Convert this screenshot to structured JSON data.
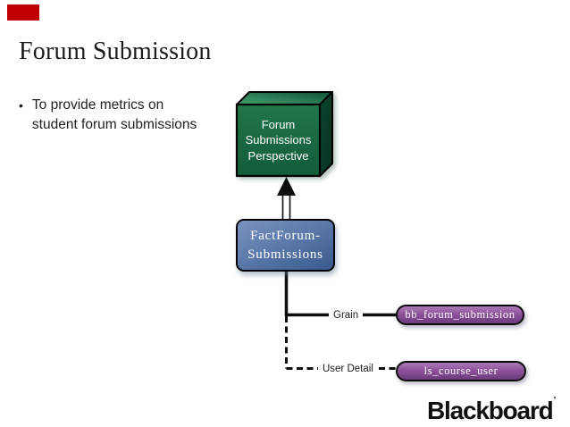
{
  "slide": {
    "title": "Forum Submission",
    "bullet_marker": "•",
    "bullet_text": "To provide metrics on\nstudent forum submissions"
  },
  "diagram": {
    "perspective_cube_label": "Forum\nSubmissions\nPerspective",
    "fact_table_label": "FactForum-\nSubmissions",
    "connections": [
      {
        "label": "Grain",
        "table": "bb_forum_submission",
        "line_style": "solid"
      },
      {
        "label": "User Detail",
        "table": "ls_course_user",
        "line_style": "dashed"
      }
    ]
  },
  "footer": {
    "logo_text": "Blackboard",
    "logo_mark": "’"
  },
  "colors": {
    "accent_red": "#c00000",
    "cube_green_front": "#1d7147",
    "fact_box_blue": "#4d6da0",
    "table_pill_purple": "#8b5198",
    "line_black": "#0d0d0d"
  }
}
